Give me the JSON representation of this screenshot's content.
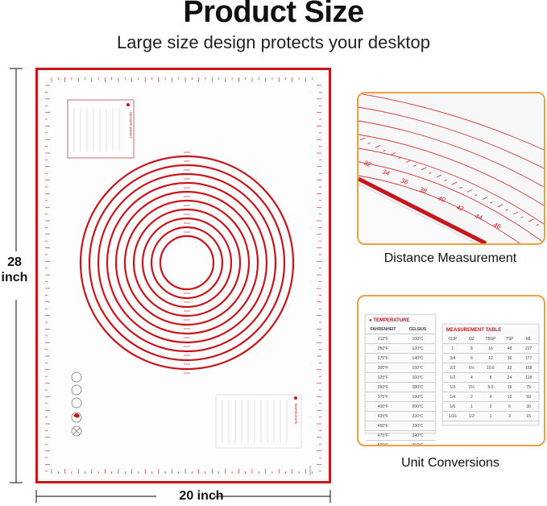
{
  "header": {
    "title": "Product Size",
    "subtitle": "Large size design protects your desktop"
  },
  "dimensions": {
    "height_label": "28\ninch",
    "width_label": "20 inch"
  },
  "mat": {
    "color": "#c8161d",
    "brand_box_label": "MEASURE MARKET",
    "corner_label": "inches",
    "temperature_box_label": "TEMPERATURE"
  },
  "distance_card": {
    "caption": "Distance Measurement",
    "ruler_numbers": [
      "32",
      "34",
      "36",
      "38",
      "40",
      "42",
      "44",
      "46"
    ]
  },
  "unit_card": {
    "caption": "Unit Conversions",
    "temperature": {
      "title": "TEMPERATURE",
      "headers": [
        "FAHRENHEIT",
        "CELSIUS"
      ],
      "rows": [
        [
          "212°F",
          "100°C"
        ],
        [
          "250°F",
          "120°C"
        ],
        [
          "275°F",
          "140°C"
        ],
        [
          "300°F",
          "150°C"
        ],
        [
          "325°F",
          "160°C"
        ],
        [
          "350°F",
          "180°C"
        ],
        [
          "375°F",
          "190°C"
        ],
        [
          "400°F",
          "200°C"
        ],
        [
          "425°F",
          "220°C"
        ],
        [
          "450°F",
          "230°C"
        ],
        [
          "475°F",
          "240°C"
        ],
        [
          "500°F",
          "260°C"
        ]
      ]
    },
    "measurement": {
      "title": "MEASUREMENT TABLE",
      "headers": [
        "CUP",
        "OZ",
        "TBSP",
        "TSP",
        "ML"
      ],
      "rows": [
        [
          "1",
          "8",
          "16",
          "48",
          "237"
        ],
        [
          "3/4",
          "6",
          "12",
          "36",
          "177"
        ],
        [
          "2/3",
          "5⅓",
          "10.6",
          "32",
          "158"
        ],
        [
          "1/2",
          "4",
          "8",
          "24",
          "118"
        ],
        [
          "1/3",
          "2⅔",
          "5.3",
          "16",
          "79"
        ],
        [
          "1/4",
          "2",
          "4",
          "12",
          "59"
        ],
        [
          "1/6",
          "1",
          "2",
          "6",
          "30"
        ],
        [
          "1/16",
          "1/2",
          "1",
          "3",
          "15"
        ]
      ]
    }
  }
}
